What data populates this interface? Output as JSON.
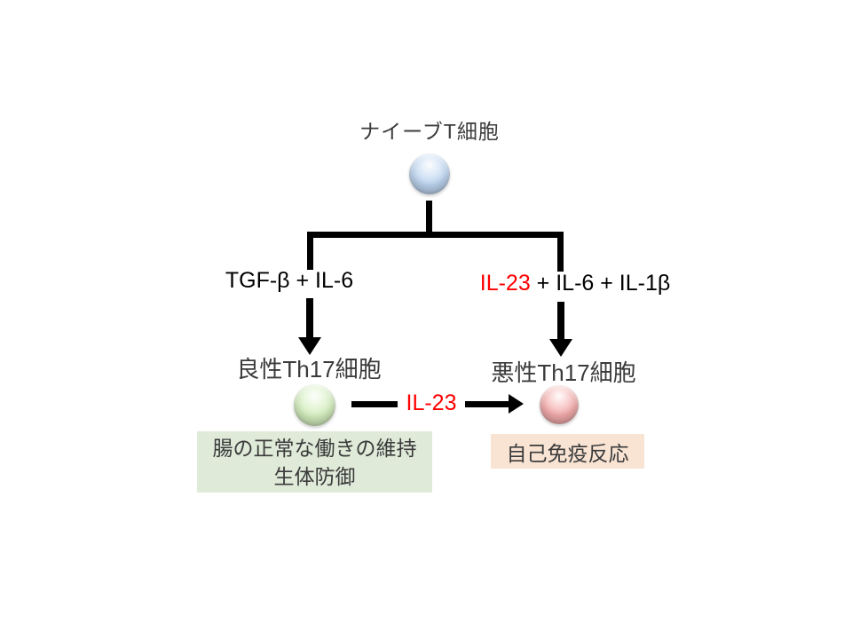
{
  "diagram": {
    "title": "ナイーブT細胞",
    "naive_cell": {
      "icon": "naive-t-cell-sphere",
      "color": "#bdd5f0"
    },
    "left_branch": {
      "cytokines": "TGF-β + IL-6",
      "cell_label": "良性Th17細胞",
      "cell_icon": "benign-th17-cell-sphere",
      "cell_color": "#d5efbf",
      "outcome": {
        "line1": "腸の正常な働きの維持",
        "line2": "生体防御",
        "bg": "#dfead9"
      }
    },
    "right_branch": {
      "cytokines_prefix": "IL-23",
      "cytokines_suffix": " + IL-6 + IL-1β",
      "cell_label": "悪性Th17細胞",
      "cell_icon": "malignant-th17-cell-sphere",
      "cell_color": "#f5acac",
      "outcome": {
        "text": "自己免疫反応",
        "bg": "#f9e4d4"
      }
    },
    "conversion": {
      "label": "IL-23"
    },
    "colors": {
      "arrow": "#000000",
      "highlight_red": "#ff0000",
      "label_text": "#3b3b3b"
    }
  }
}
